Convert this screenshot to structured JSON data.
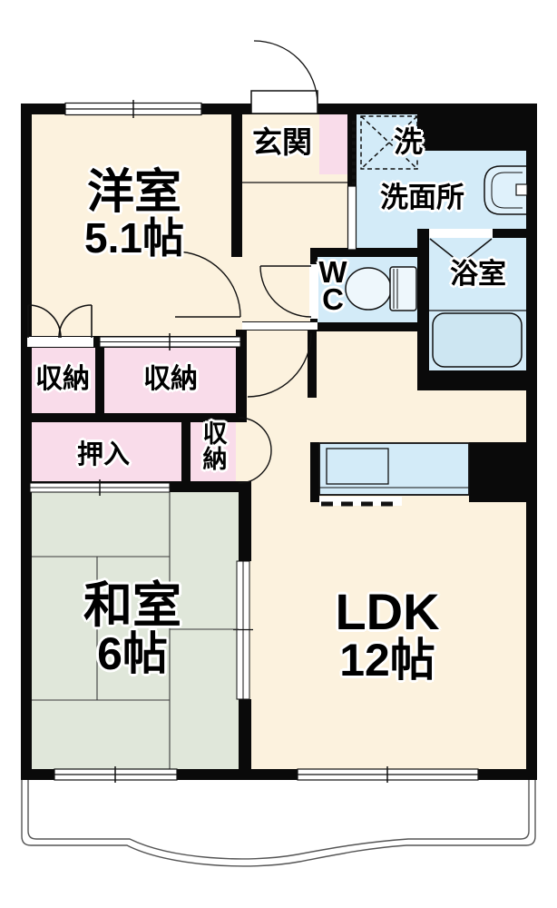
{
  "colors": {
    "wall": "#0a0a0a",
    "cream": "#fcf2de",
    "pink": "#f9dcea",
    "blue": "#d3ebf8",
    "tub": "#cde6f2",
    "green": "#e0e7da"
  },
  "rooms": {
    "western": {
      "label": "洋室",
      "size": "5.1帖"
    },
    "japanese": {
      "label": "和室",
      "size": "6帖"
    },
    "ldk": {
      "label": "LDK",
      "size": "12帖"
    },
    "entrance": {
      "label": "玄関"
    },
    "laundry": {
      "label": "洗"
    },
    "washroom": {
      "label": "洗面所"
    },
    "bathroom": {
      "label": "浴室"
    },
    "wc": {
      "line1": "W",
      "line2": "C"
    },
    "storage_a": {
      "label": "収納"
    },
    "storage_b": {
      "label": "収納"
    },
    "storage_c": {
      "line1": "収",
      "line2": "納"
    },
    "oshiire": {
      "label": "押入"
    }
  }
}
